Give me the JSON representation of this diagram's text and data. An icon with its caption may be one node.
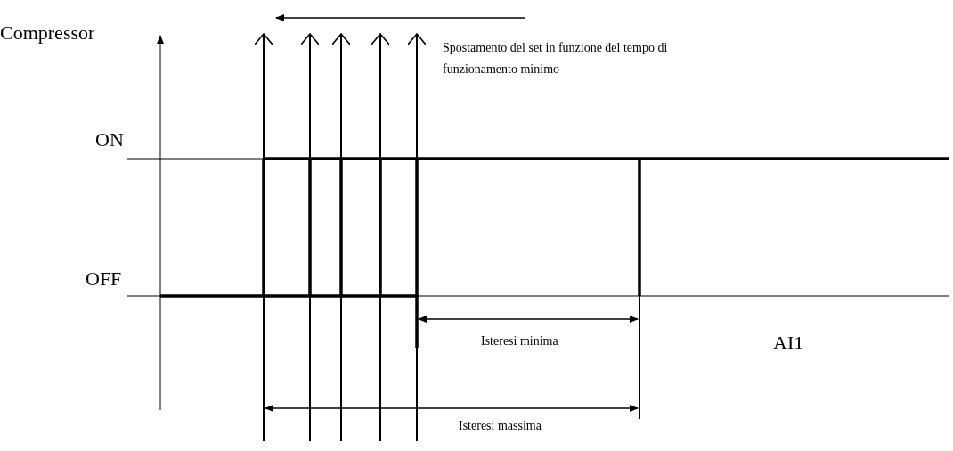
{
  "diagram": {
    "labels": [
      "Compressor",
      "ON",
      "OFF",
      "Spostamento del set in funzione del tempo di funzionamento minimo",
      "Isteresi minima",
      "AI1",
      "Isteresi massima"
    ]
  }
}
